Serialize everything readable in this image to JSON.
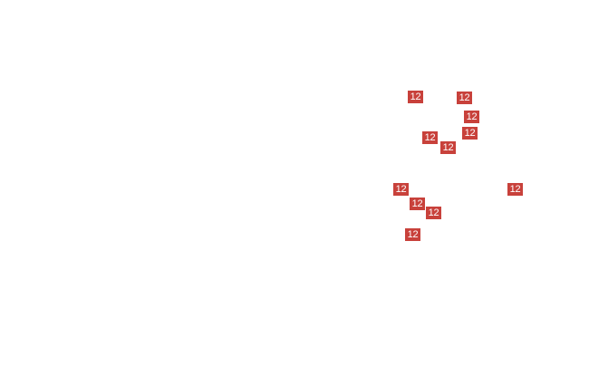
{
  "colors": {
    "background": "#ffffff",
    "marker_fill": "#c8413b",
    "marker_text": "#ffffff"
  },
  "markers": [
    {
      "label": "12"
    },
    {
      "label": "12"
    },
    {
      "label": "12"
    },
    {
      "label": "12"
    },
    {
      "label": "12"
    },
    {
      "label": "12"
    },
    {
      "label": "12"
    },
    {
      "label": "12"
    },
    {
      "label": "12"
    },
    {
      "label": "12"
    },
    {
      "label": "12"
    }
  ]
}
